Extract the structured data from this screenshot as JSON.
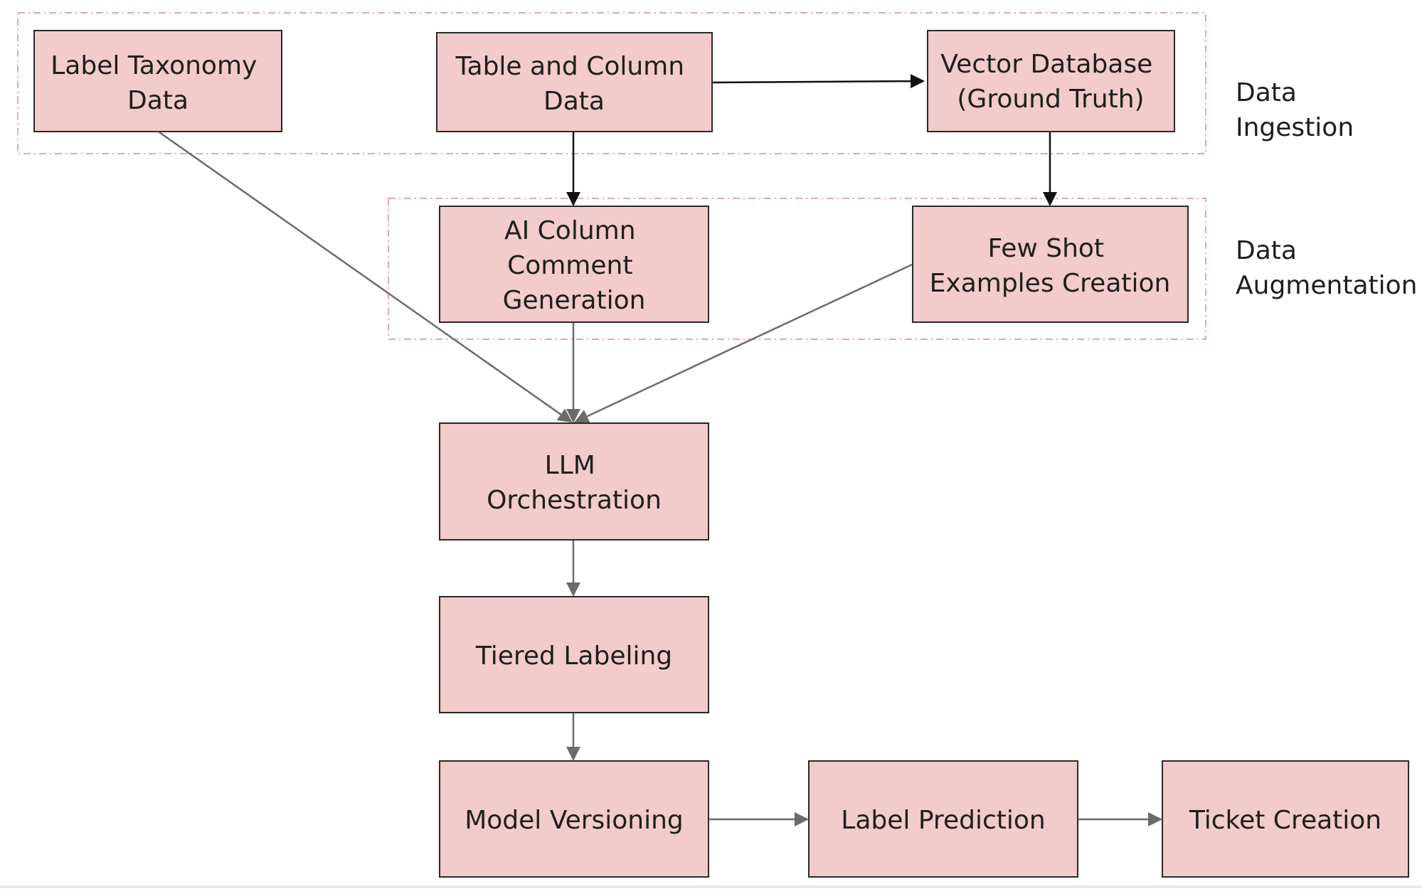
{
  "groups": {
    "ingestion": {
      "label": [
        "Data",
        "Ingestion"
      ],
      "border_color": "#e8a5ae"
    },
    "augmentation": {
      "label": [
        "Data",
        "Augmentation"
      ],
      "border_color": "#e8a5ae"
    }
  },
  "nodes": {
    "label_taxonomy": {
      "lines": [
        "Label Taxonomy",
        "Data"
      ]
    },
    "table_column": {
      "lines": [
        "Table and Column",
        "Data"
      ]
    },
    "vector_db": {
      "lines": [
        "Vector Database",
        "(Ground Truth)"
      ]
    },
    "ai_comment": {
      "lines": [
        "AI Column",
        "Comment",
        "Generation"
      ]
    },
    "few_shot": {
      "lines": [
        "Few Shot",
        "Examples Creation"
      ]
    },
    "llm_orchestration": {
      "lines": [
        "LLM",
        "Orchestration"
      ]
    },
    "tiered_labeling": {
      "lines": [
        "Tiered Labeling"
      ]
    },
    "model_versioning": {
      "lines": [
        "Model Versioning"
      ]
    },
    "label_prediction": {
      "lines": [
        "Label Prediction"
      ]
    },
    "ticket_creation": {
      "lines": [
        "Ticket Creation"
      ]
    }
  },
  "edges": [
    {
      "from": "table_column",
      "to": "vector_db"
    },
    {
      "from": "table_column",
      "to": "ai_comment"
    },
    {
      "from": "vector_db",
      "to": "few_shot"
    },
    {
      "from": "label_taxonomy",
      "to": "llm_orchestration"
    },
    {
      "from": "ai_comment",
      "to": "llm_orchestration"
    },
    {
      "from": "few_shot",
      "to": "llm_orchestration"
    },
    {
      "from": "llm_orchestration",
      "to": "tiered_labeling"
    },
    {
      "from": "tiered_labeling",
      "to": "model_versioning"
    },
    {
      "from": "model_versioning",
      "to": "label_prediction"
    },
    {
      "from": "label_prediction",
      "to": "ticket_creation"
    }
  ],
  "colors": {
    "node_fill": "#f2cbcb",
    "node_border": "#2a2a2a",
    "edge_dark": "#111111",
    "edge_gray": "#6b6b6b",
    "group_border": "#e8a5ae"
  }
}
